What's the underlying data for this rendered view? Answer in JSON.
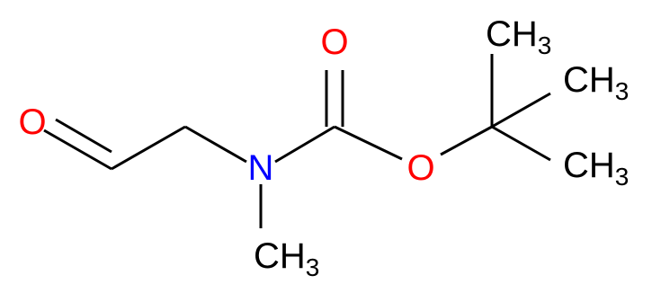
{
  "molecule": {
    "atoms": [
      {
        "id": "O_ald",
        "element": "O",
        "label": "O",
        "sub": "",
        "color": "#ff0000"
      },
      {
        "id": "N",
        "element": "N",
        "label": "N",
        "sub": "",
        "color": "#0000ff"
      },
      {
        "id": "O_carbonyl",
        "element": "O",
        "label": "O",
        "sub": "",
        "color": "#ff0000"
      },
      {
        "id": "O_ester",
        "element": "O",
        "label": "O",
        "sub": "",
        "color": "#ff0000"
      },
      {
        "id": "CH3_N",
        "element": "C",
        "label": "CH",
        "sub": "3",
        "color": "#000000"
      },
      {
        "id": "CH3_top",
        "element": "C",
        "label": "CH",
        "sub": "3",
        "color": "#000000"
      },
      {
        "id": "CH3_mid",
        "element": "C",
        "label": "CH",
        "sub": "3",
        "color": "#000000"
      },
      {
        "id": "CH3_bot",
        "element": "C",
        "label": "CH",
        "sub": "3",
        "color": "#000000"
      }
    ],
    "bonds": [
      {
        "id": "b-cho-double",
        "order": 2
      },
      {
        "id": "b-ch2-cho",
        "order": 1
      },
      {
        "id": "b-n-ch2",
        "order": 1
      },
      {
        "id": "b-n-methyl",
        "order": 1
      },
      {
        "id": "b-n-carbonyl",
        "order": 1
      },
      {
        "id": "b-co-double",
        "order": 2
      },
      {
        "id": "b-c-oester",
        "order": 1
      },
      {
        "id": "b-oester-cq",
        "order": 1
      },
      {
        "id": "b-cq-ch3top",
        "order": 1
      },
      {
        "id": "b-cq-ch3mid",
        "order": 1
      },
      {
        "id": "b-cq-ch3bot",
        "order": 1
      }
    ]
  }
}
